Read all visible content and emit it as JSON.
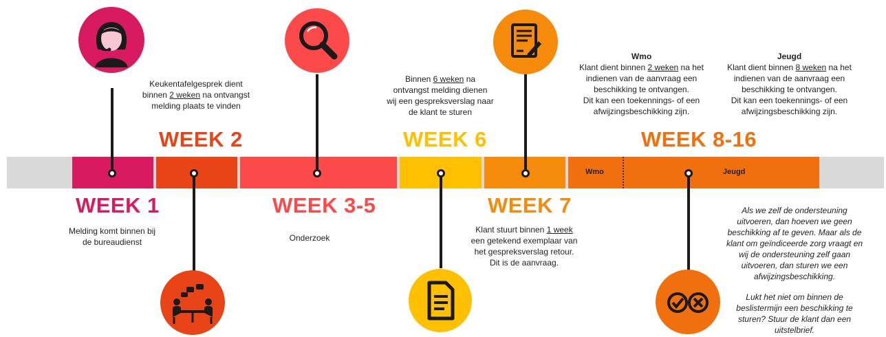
{
  "colors": {
    "week1": "#d81b60",
    "week2": "#e84418",
    "week35": "#fc4a4a",
    "week6": "#ffc000",
    "week7": "#f58a0b",
    "week816": "#f07010",
    "bar_grey": "#d9d9d9"
  },
  "bar": {
    "wmo_label": "Wmo",
    "jeugd_label": "Jeugd"
  },
  "headings": {
    "week1": "WEEK 1",
    "week2": "WEEK 2",
    "week35": "WEEK 3-5",
    "week6": "WEEK 6",
    "week7": "WEEK 7",
    "week816": "WEEK 8-16"
  },
  "icons": {
    "week1": "headset-operator-icon",
    "week2": "meeting-table-icon",
    "week35": "magnifier-icon",
    "week6": "document-icon",
    "week7": "signed-document-icon",
    "week816": "check-and-cross-icon"
  },
  "texts": {
    "week1": {
      "line1": "Melding komt binnen bij",
      "line2": "de bureaudienst"
    },
    "week2": {
      "line1": "Keukentafelgesprek dient",
      "line2_pre": "binnen ",
      "line2_u": "2 weken",
      "line2_post": " na ontvangst",
      "line3": "melding plaats te vinden"
    },
    "week35": {
      "line1": "Onderzoek"
    },
    "week6": {
      "line1_pre": "Binnen ",
      "line1_u": "6 weken",
      "line1_post": " na",
      "line2": "ontvangst melding dienen",
      "line3": "wij een gespreksverslag naar",
      "line4": "de klant te sturen"
    },
    "week7": {
      "line1_pre": "Klant stuurt binnen ",
      "line1_u": "1 week",
      "line2": "een getekend exemplaar van",
      "line3": "het gespreksverslag retour.",
      "line4": "Dit is de aanvraag."
    },
    "wmo": {
      "title": "Wmo",
      "line1_pre": "Klant dient binnen ",
      "line1_u": "2 weken",
      "line1_post": " na het",
      "line2": "indienen van de aanvraag een",
      "line3": "beschikking te ontvangen.",
      "line4": "Dit kan een toekennings- of een",
      "line5": "afwijzingsbeschikking zijn."
    },
    "jeugd": {
      "title": "Jeugd",
      "line1_pre": "Klant dient binnen ",
      "line1_u": "8 weken",
      "line1_post": " na het",
      "line2": "indienen van de aanvraag een",
      "line3": "beschikking te ontvangen.",
      "line4": "Dit kan een toekennings- of een",
      "line5": "afwijzingsbeschikking zijn."
    },
    "note": {
      "p1_l1": "Als we zelf de ondersteuning",
      "p1_l2": "uitvoeren, dan hoeven we geen",
      "p1_l3": "beschikking af te geven. Maar als de",
      "p1_l4": "klant om geïndiceerde zorg vraagt en",
      "p1_l5": "wij de ondersteuning zelf gaan",
      "p1_l6": "uitvoeren, dan sturen we een",
      "p1_l7": "afwijzingsbeschikking.",
      "p2_l1": "Lukt het niet om binnen de",
      "p2_l2": "beslistermijn een beschikking te",
      "p2_l3": "sturen? Stuur de klant dan een",
      "p2_l4": "uitstelbrief."
    }
  }
}
